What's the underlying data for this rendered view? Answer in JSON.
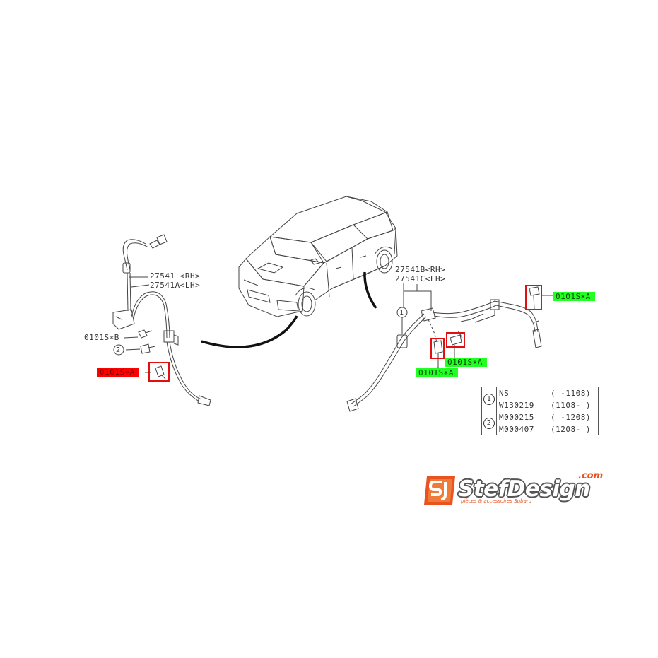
{
  "diagram": {
    "front_sensor": {
      "part_rh": "27541 <RH>",
      "part_lh": "27541A<LH>",
      "bolt_b": "0101S∗B",
      "ref_2": "2",
      "bolt_a_highlight": "0101S∗A"
    },
    "rear_sensor": {
      "part_rh": "27541B<RH>",
      "part_lh": "27541C<LH>",
      "ref_1": "1",
      "bolt_a_1": "0101S∗A",
      "bolt_a_2": "0101S∗A",
      "bolt_a_3": "0101S∗A"
    },
    "highlight_colors": {
      "red": "#ff0000",
      "green": "#22ff22",
      "box": "#e01010"
    }
  },
  "code_table": {
    "groups": [
      {
        "ref": "1",
        "rows": [
          {
            "code": "NS",
            "range": "( -1108)"
          },
          {
            "code": "W130219",
            "range": "(1108- )"
          }
        ]
      },
      {
        "ref": "2",
        "rows": [
          {
            "code": "M000215",
            "range": "( -1208)"
          },
          {
            "code": "M000407",
            "range": "(1208- )"
          }
        ]
      }
    ]
  },
  "logo": {
    "name": "StefDesign",
    "domain": ".com",
    "tagline": "pièces & accessoires Subaru",
    "accent": "#e8531f"
  }
}
